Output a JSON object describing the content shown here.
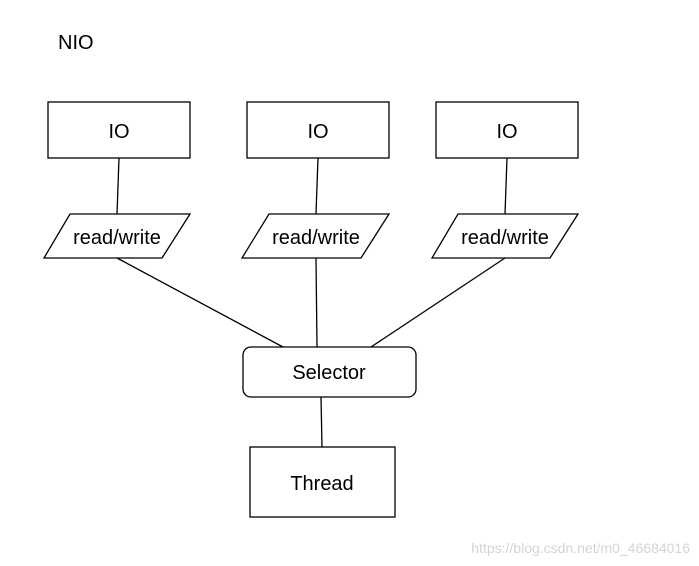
{
  "diagram": {
    "title": "NIO",
    "io_nodes": [
      {
        "label": "IO"
      },
      {
        "label": "IO"
      },
      {
        "label": "IO"
      }
    ],
    "rw_nodes": [
      {
        "label": "read/write"
      },
      {
        "label": "read/write"
      },
      {
        "label": "read/write"
      }
    ],
    "selector": {
      "label": "Selector"
    },
    "thread": {
      "label": "Thread"
    },
    "watermark": "https://blog.csdn.net/m0_46684016"
  }
}
